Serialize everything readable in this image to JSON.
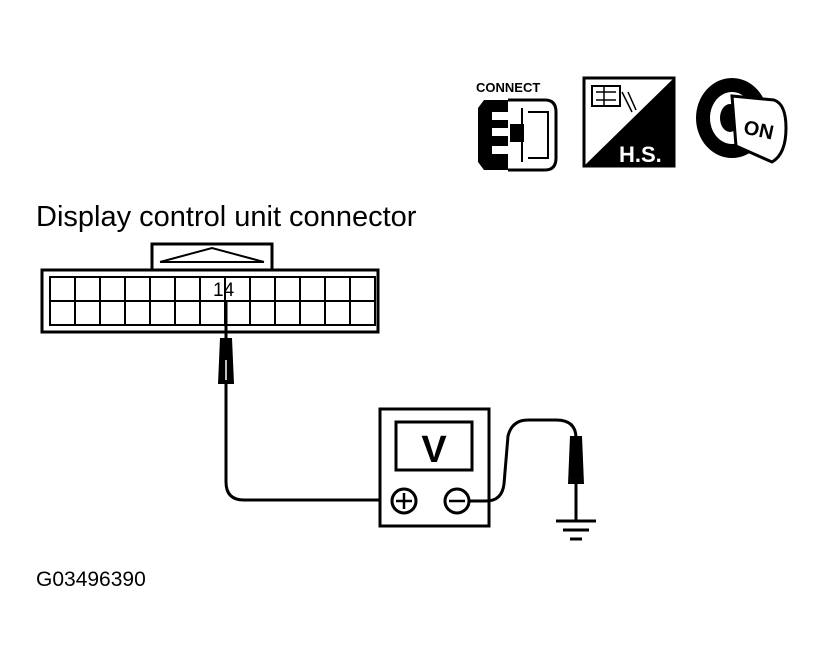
{
  "icons": {
    "connect": {
      "label": "CONNECT"
    },
    "harness_sign": {
      "label": "H.S."
    },
    "ignition_key": {
      "label": "ON"
    }
  },
  "connector": {
    "title": "Display control unit connector",
    "pin_label": "14"
  },
  "meter": {
    "symbol": "V",
    "positive_terminal": "+",
    "negative_terminal": "−"
  },
  "figure_code": "G03496390"
}
